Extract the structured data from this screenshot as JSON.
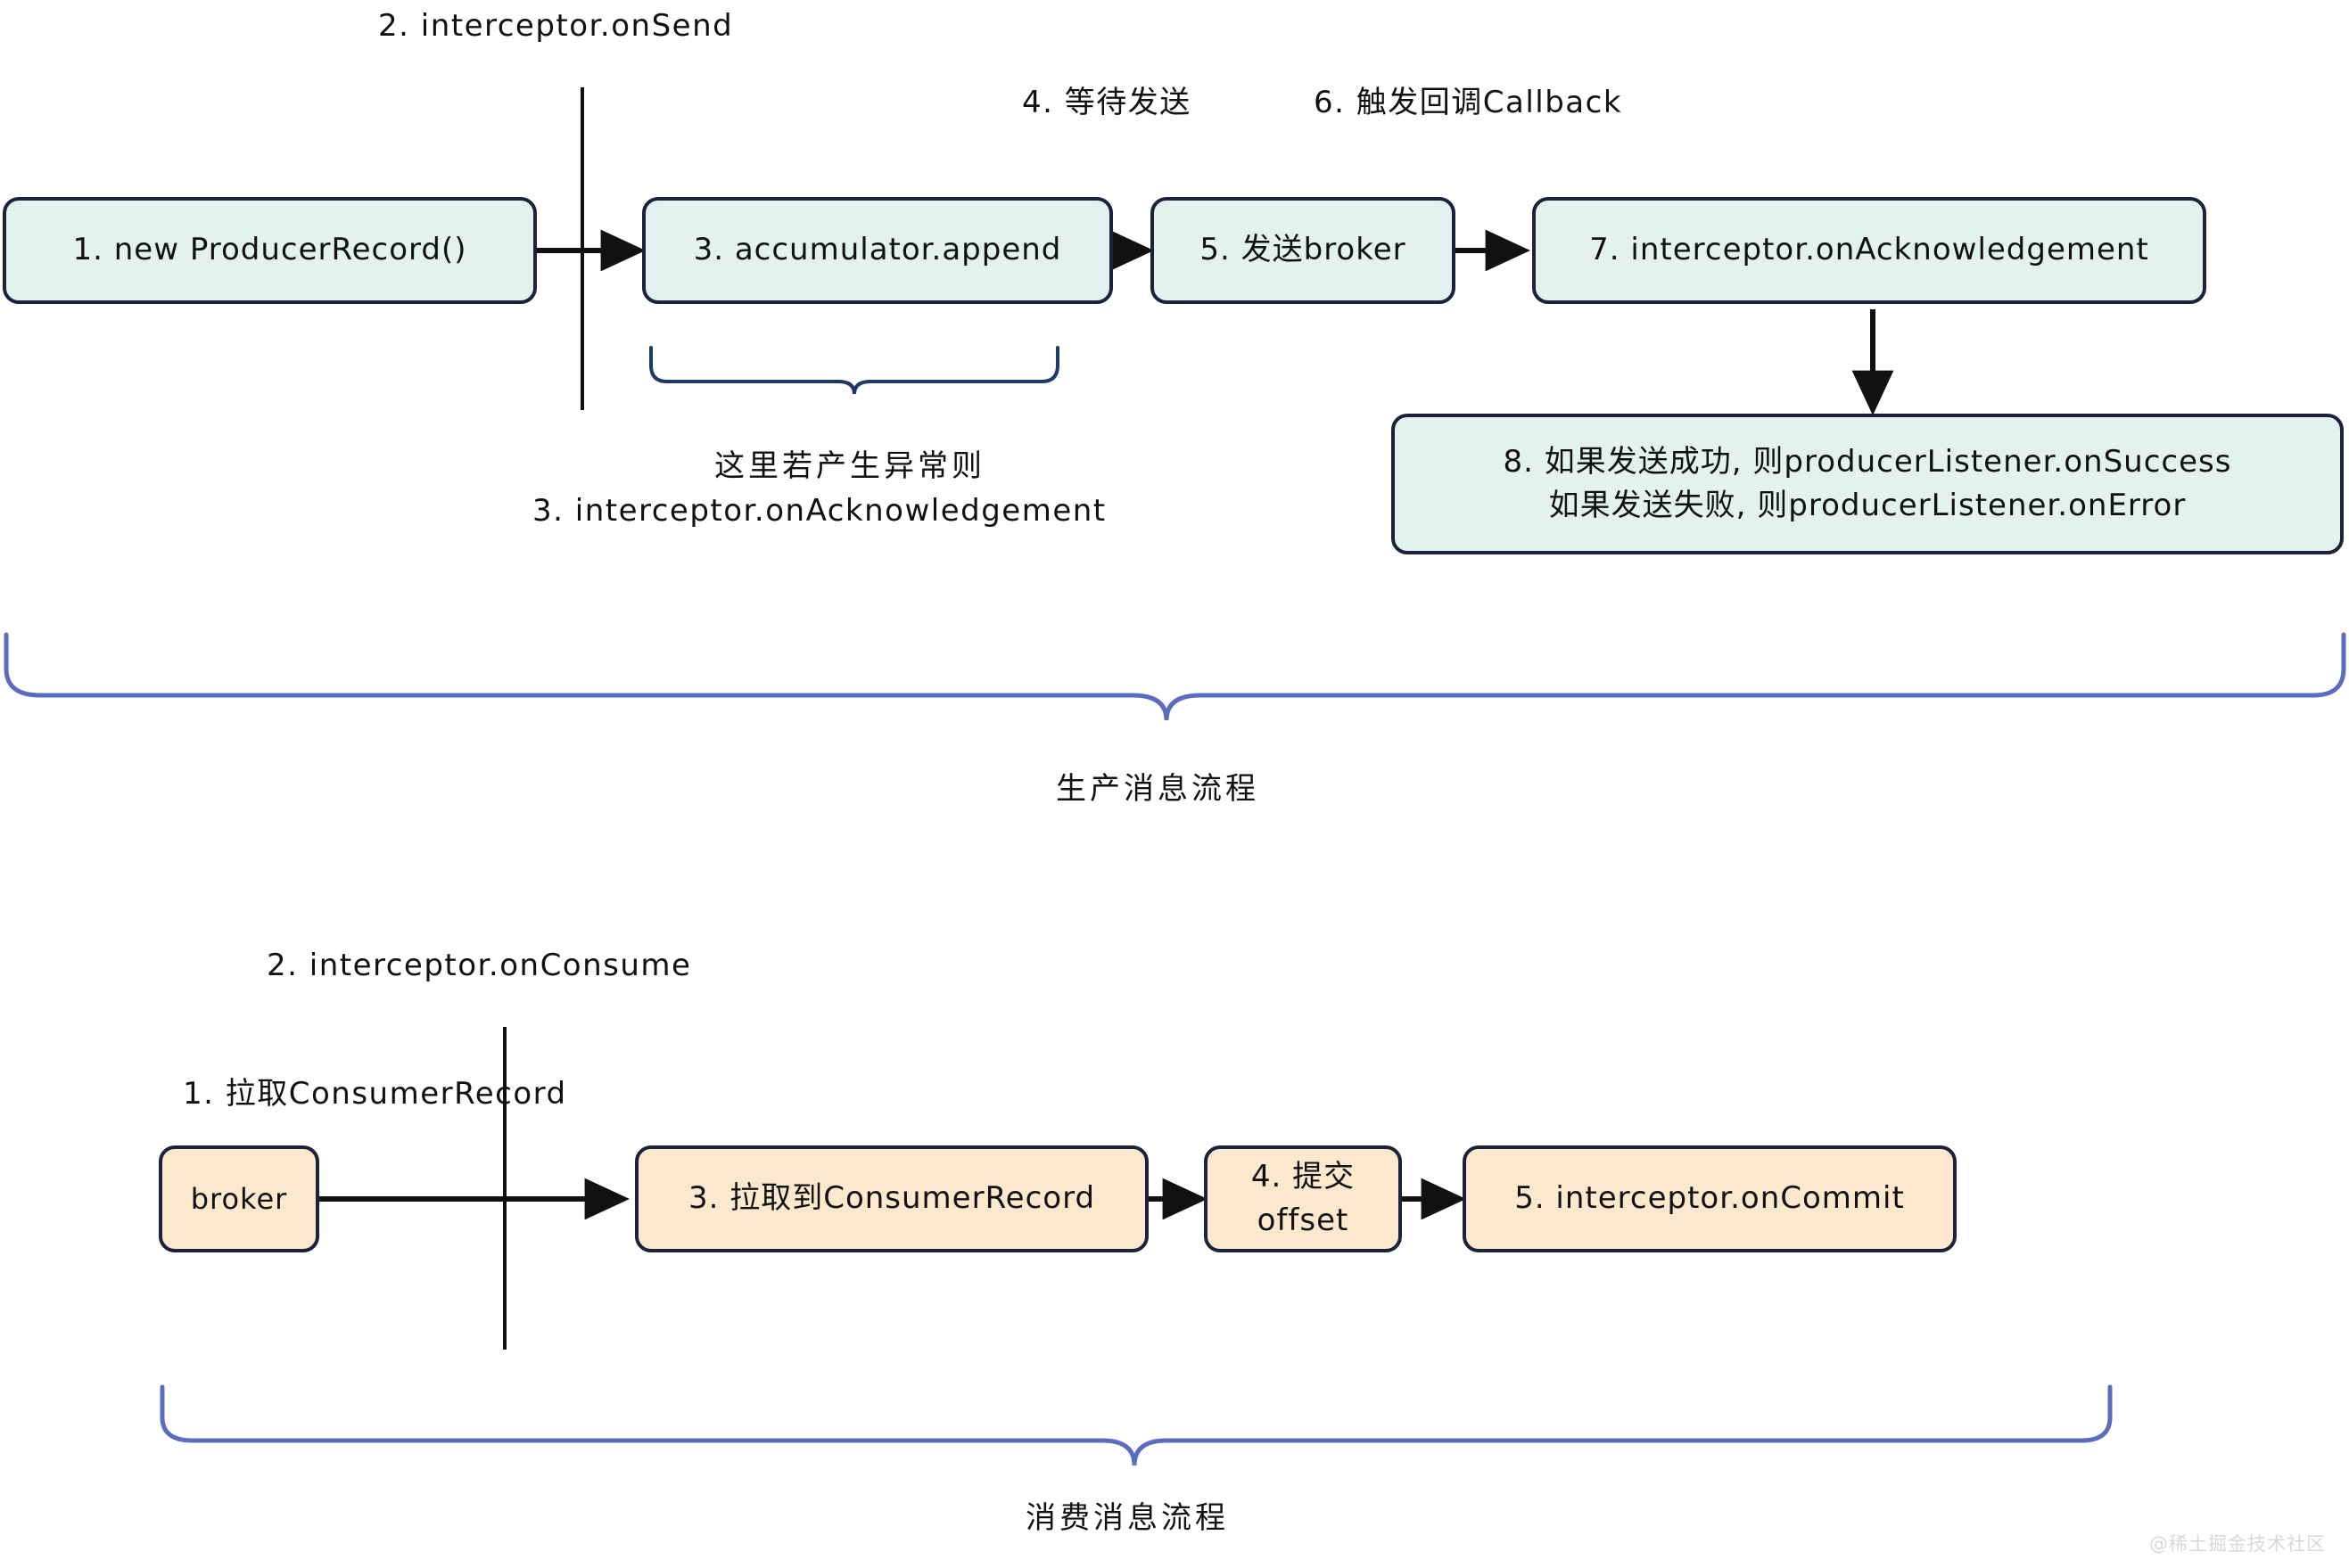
{
  "diagram": {
    "title_watermark": "@稀土掘金技术社区",
    "producer_flow": {
      "label": "生产消息流程",
      "annotations": [
        {
          "id": "ann-onsend",
          "text": "2. interceptor.onSend"
        },
        {
          "id": "ann-wait-send",
          "text": "4. 等待发送"
        },
        {
          "id": "ann-trigger-callback",
          "text": "6. 触发回调Callback"
        },
        {
          "id": "ann-exception-line1",
          "text": "这里若产生异常则"
        },
        {
          "id": "ann-exception-line2",
          "text": "3. interceptor.onAcknowledgement"
        }
      ],
      "nodes": [
        {
          "id": "producer-record",
          "text": "1. new ProducerRecord()"
        },
        {
          "id": "accumulator-append",
          "text": "3. accumulator.append"
        },
        {
          "id": "send-broker",
          "text": "5. 发送broker"
        },
        {
          "id": "on-acknowledgement",
          "text": "7. interceptor.onAcknowledgement"
        },
        {
          "id": "producer-listener",
          "text": "8. 如果发送成功, 则producerListener.onSuccess\n如果发送失败, 则producerListener.onError"
        }
      ]
    },
    "consumer_flow": {
      "label": "消费消息流程",
      "annotations": [
        {
          "id": "ann-onconsume",
          "text": "2. interceptor.onConsume"
        },
        {
          "id": "ann-pull-record",
          "text": "1. 拉取ConsumerRecord"
        }
      ],
      "nodes": [
        {
          "id": "broker",
          "text": "broker"
        },
        {
          "id": "pulled-record",
          "text": "3. 拉取到ConsumerRecord"
        },
        {
          "id": "commit-offset",
          "text": "4. 提交offset"
        },
        {
          "id": "on-commit",
          "text": "5. interceptor.onCommit"
        }
      ]
    },
    "colors": {
      "mint_fill": "#e4f2ef",
      "peach_fill": "#fce8cd",
      "node_stroke": "#1b2239",
      "arrow": "#111111",
      "brace_dark": "#1f3864",
      "brace_blue": "#5b6bbf",
      "watermark": "#d8d8d8"
    }
  }
}
